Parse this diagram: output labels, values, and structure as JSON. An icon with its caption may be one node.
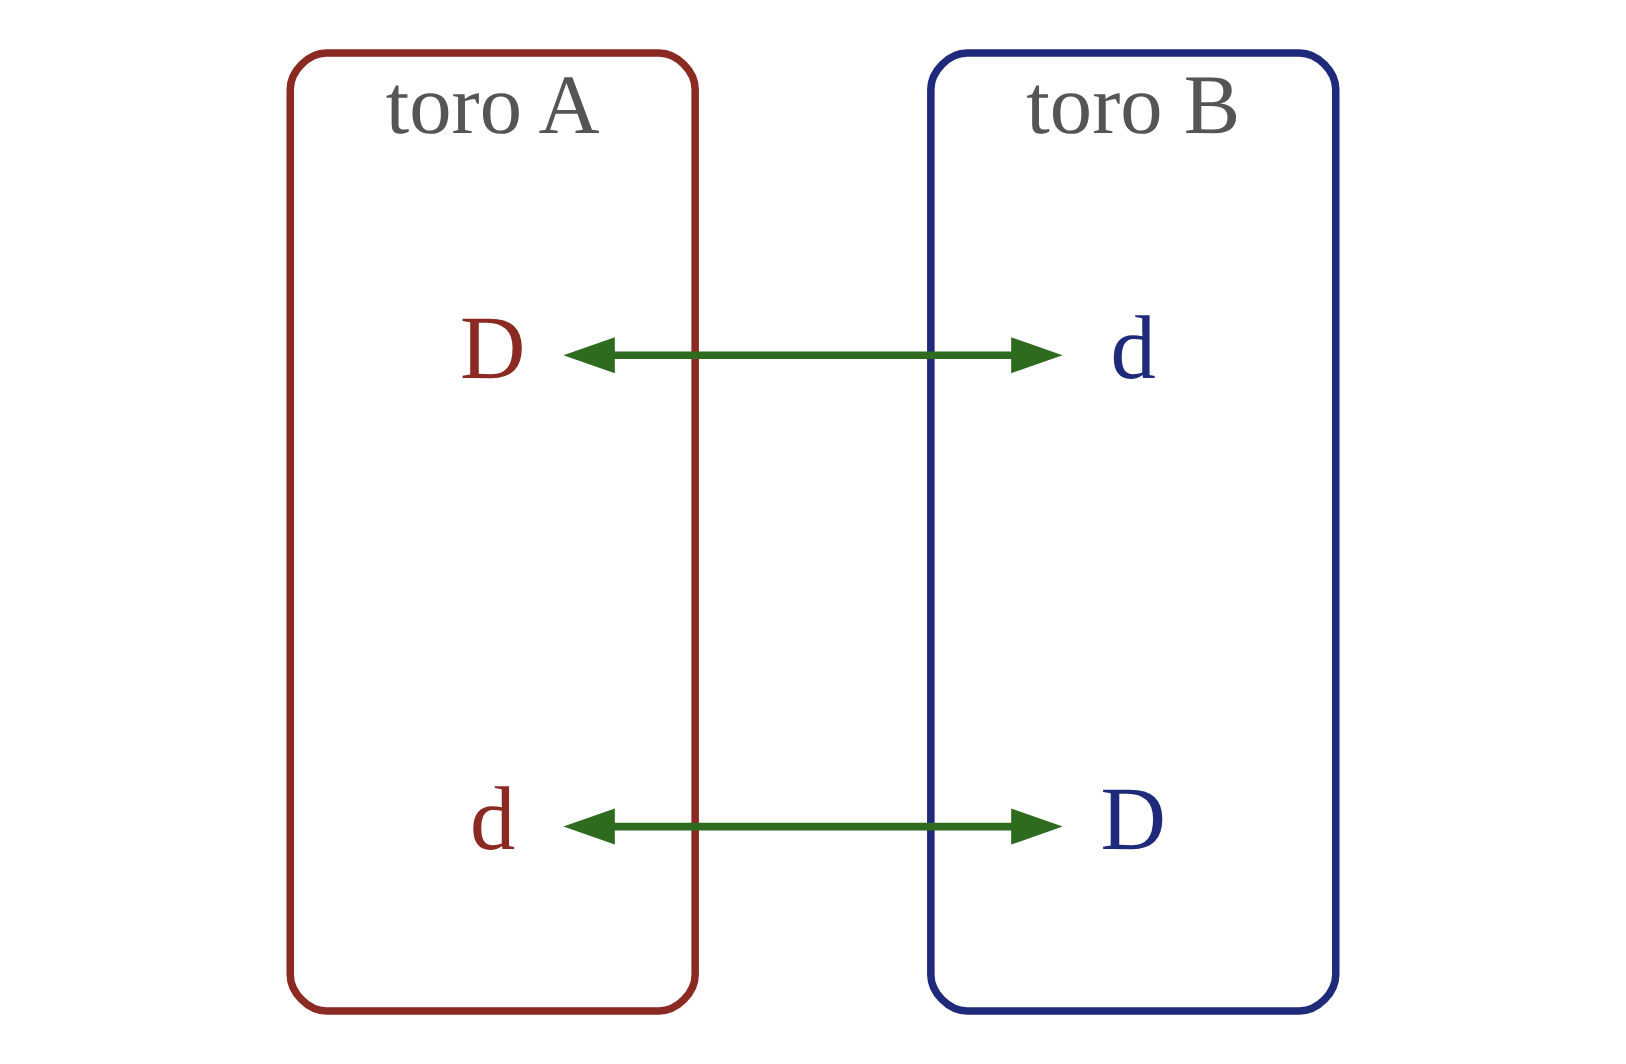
{
  "diagram": {
    "nodes": [
      {
        "text": [
          "toro A"
        ]
      },
      {
        "text": [
          "toro B"
        ]
      },
      {
        "text": [
          "D"
        ],
        "in": 0
      },
      {
        "text": [
          "d"
        ],
        "in": 1
      },
      {
        "text": [
          "d"
        ],
        "in": 0
      },
      {
        "text": [
          "D"
        ],
        "in": 1
      }
    ],
    "edges": [
      {
        "from": 2,
        "to": 3,
        "arrow": "both"
      },
      {
        "from": 4,
        "to": 5,
        "arrow": "both"
      }
    ]
  }
}
